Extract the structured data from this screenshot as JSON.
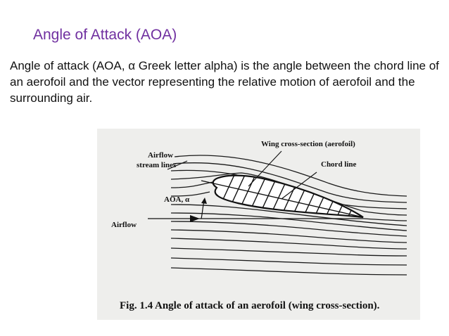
{
  "slide": {
    "title": "Angle of Attack (AOA)",
    "body": "Angle of attack (AOA, α Greek letter alpha) is the angle between the chord line of an aerofoil and the vector representing the relative motion of aerofoil and the surrounding air."
  },
  "figure": {
    "labels": {
      "wing_cross_section": "Wing cross-section (aerofoil)",
      "chord_line": "Chord line",
      "airflow_stream_lines_1": "Airflow",
      "airflow_stream_lines_2": "stream lines",
      "aoa": "AOA, α",
      "airflow": "Airflow"
    },
    "caption": "Fig. 1.4 Angle of attack of an aerofoil (wing cross-section).",
    "colors": {
      "background": "#eeeeec",
      "ink": "#111111"
    }
  },
  "colors": {
    "title": "#7030a0",
    "text": "#111111"
  }
}
